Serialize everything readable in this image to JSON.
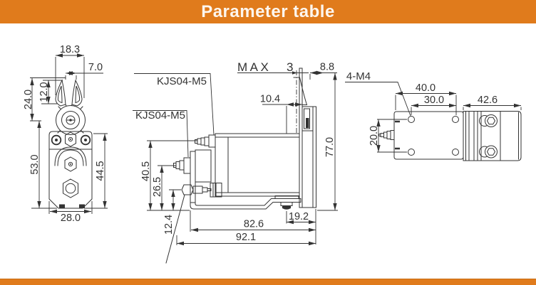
{
  "header": {
    "title": "Parameter table"
  },
  "colors": {
    "accent": "#e07b1c",
    "line": "#333333",
    "background": "#ffffff",
    "title_text": "#fdf6ee"
  },
  "views": {
    "front": {
      "dims": {
        "jaw_width": "18.3",
        "jaw_gap": "7.0",
        "jaw_open_height": "24.0",
        "blade_height": "12.0",
        "body_height": "53.0",
        "body_height_right": "44.5",
        "base_width": "28.0"
      }
    },
    "side": {
      "labels": {
        "port_top": "KJS04-M5",
        "port_mid": "KJS04-M5",
        "max": "MAX",
        "max_value": "3"
      },
      "dims": {
        "head_width": "8.8",
        "blade_offset": "10.4",
        "total_height": "77.0",
        "port_top_height": "40.5",
        "port_mid_height": "26.5",
        "port_bottom_height": "12.4",
        "port_offset": "19.2",
        "body_length": "82.6",
        "total_length": "92.1"
      }
    },
    "top": {
      "labels": {
        "thread": "4-M4"
      },
      "dims": {
        "hole_span": "40.0",
        "hole_pitch": "30.0",
        "head_length": "42.6",
        "hole_pitch_vertical": "20.0"
      }
    }
  }
}
